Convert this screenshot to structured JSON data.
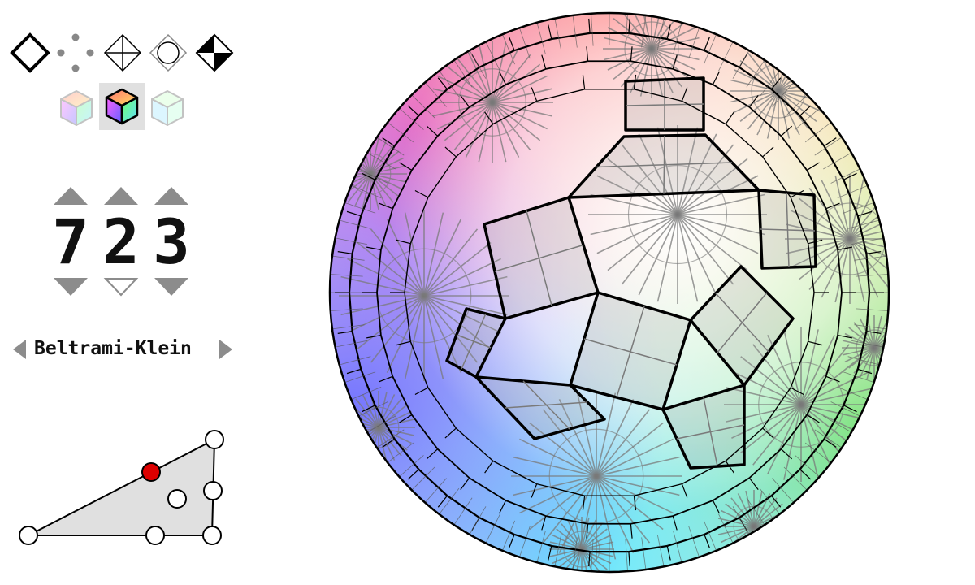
{
  "toolbar": {
    "display_modes": [
      {
        "name": "edges-icon",
        "selected": false
      },
      {
        "name": "vertices-icon",
        "selected": false
      },
      {
        "name": "faces-cross-icon",
        "selected": false
      },
      {
        "name": "circle-in-diamond-icon",
        "selected": false
      },
      {
        "name": "checkered-diamond-icon",
        "selected": false
      }
    ],
    "color_modes": [
      {
        "name": "cube-pastel-icon",
        "selected": false
      },
      {
        "name": "cube-vivid-icon",
        "selected": true
      },
      {
        "name": "cube-cyan-icon",
        "selected": false
      }
    ]
  },
  "symbol": {
    "digits": [
      "7",
      "2",
      "3"
    ],
    "up_enabled": [
      true,
      true,
      true
    ],
    "down_enabled": [
      true,
      false,
      true
    ]
  },
  "projection": {
    "label": "Beltrami-Klein"
  },
  "fundamental_triangle": {
    "selected_node": "edge-point"
  },
  "colors": {
    "accent_selected": "#dd0000",
    "toolbar_selected_bg": "#e0e0e0",
    "arrow_gray": "#8c8c8c"
  }
}
